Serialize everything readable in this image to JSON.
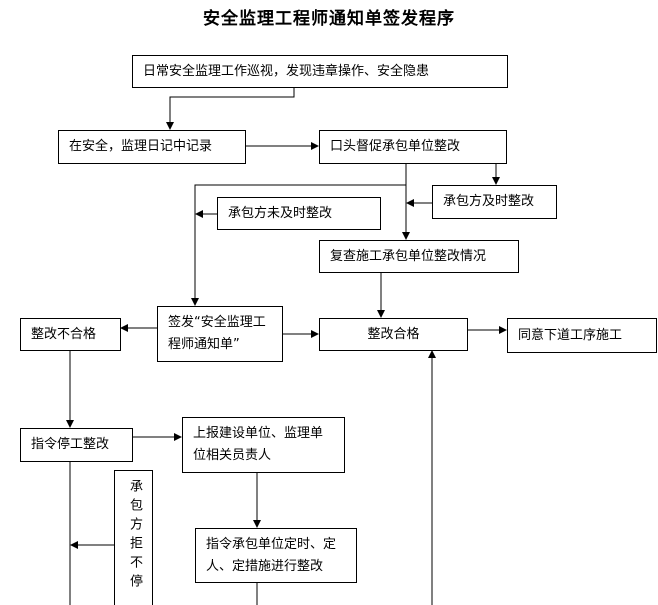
{
  "title": "安全监理工程师通知单签发程序",
  "boxes": {
    "patrol": "日常安全监理工作巡视，发现违章操作、安全隐患",
    "record": "在安全，监理日记中记录",
    "verbal": "口头督促承包单位整改",
    "timely": "承包方及时整改",
    "not_timely": "承包方未及时整改",
    "recheck": "复查施工承包单位整改情况",
    "issue_notice": "签发“安全监理工程师通知单”",
    "unqualified": "整改不合格",
    "qualified": "整改合格",
    "next_process": "同意下道工序施工",
    "stop_work": "指令停工整改",
    "report": "上报建设单位、监理单位相关员责人",
    "refuse": "承包方拒不停",
    "order_fix": "指令承包单位定时、定人、定措施进行整改"
  }
}
